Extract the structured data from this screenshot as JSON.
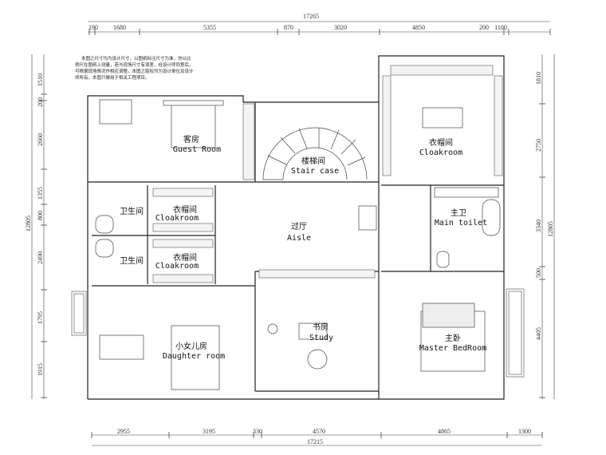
{
  "note": "本图之尺寸均为设计尺寸，以图纸标注尺寸为准，勿以比例尺在图纸上测量，若与现场尺寸有误差，经设计师同意后，可根据现场情况作相应调整。本图之版权均为设计单位及设计师所有。本图只做用于相关工程项目。",
  "dimensions": {
    "top_total": "17265",
    "top": [
      "190",
      "1680",
      "5355",
      "870",
      "3020",
      "4850",
      "200",
      "1100"
    ],
    "left_total": "12805",
    "left": [
      "1510",
      "200",
      "2660",
      "1355",
      "800",
      "2490",
      "1795",
      "1915"
    ],
    "right_total": "12805",
    "right": [
      "1810",
      "2750",
      "3340",
      "500",
      "4405"
    ],
    "bottom_total": "17215",
    "bottom": [
      "2955",
      "3195",
      "330",
      "4570",
      "4865",
      "1300"
    ]
  },
  "rooms": {
    "guest": {
      "cn": "客房",
      "en": "Guest Room"
    },
    "stair": {
      "cn": "楼梯间",
      "en": "Stair case"
    },
    "cloak_top": {
      "cn": "衣帽间",
      "en": "Cloakroom"
    },
    "bath1": {
      "cn": "卫生间"
    },
    "bath2": {
      "cn": "卫生间"
    },
    "cloak1": {
      "cn": "衣帽间",
      "en": "Cloakroom"
    },
    "cloak2": {
      "cn": "衣帽间",
      "en": "Cloakroom"
    },
    "aisle": {
      "cn": "过厅",
      "en": "Aisle"
    },
    "toilet": {
      "cn": "主卫",
      "en": "Main toilet"
    },
    "daughter": {
      "cn": "小女儿房",
      "en": "Daughter room"
    },
    "study": {
      "cn": "书房",
      "en": "Study"
    },
    "master": {
      "cn": "主卧",
      "en": "Master BedRoom"
    }
  }
}
